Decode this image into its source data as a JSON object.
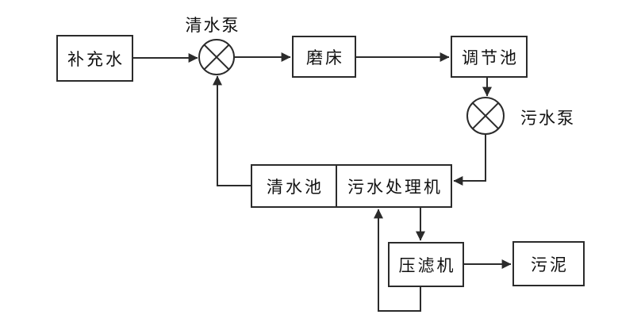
{
  "diagram": {
    "nodes": {
      "makeup_water": "补充水",
      "grinder": "磨床",
      "regulating_tank": "调节池",
      "clean_water_tank": "清水池",
      "sewage_treatment": "污水处理机",
      "filter_press": "压滤机",
      "sludge": "污泥"
    },
    "pumps": {
      "clean_pump": "清水泵",
      "sewage_pump": "污水泵"
    },
    "colors": {
      "line": "#2b2b2b",
      "text": "#111111",
      "background": "#ffffff"
    },
    "symbols": {
      "pump_symbol": "circle-with-x"
    }
  }
}
